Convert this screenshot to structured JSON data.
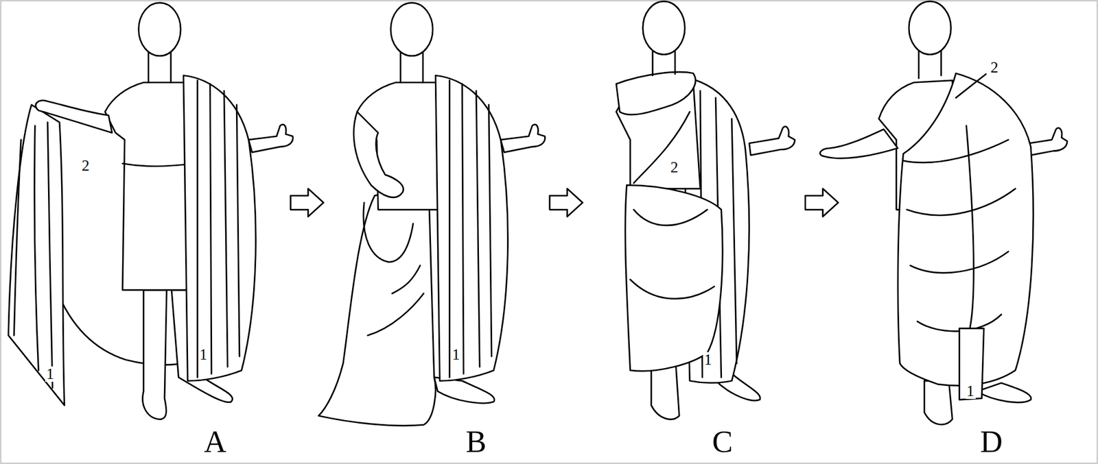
{
  "diagram": {
    "labels": [
      "2",
      "1",
      "1",
      "A",
      "1",
      "B",
      "2",
      "1",
      "C",
      "2",
      "1",
      "D"
    ]
  }
}
